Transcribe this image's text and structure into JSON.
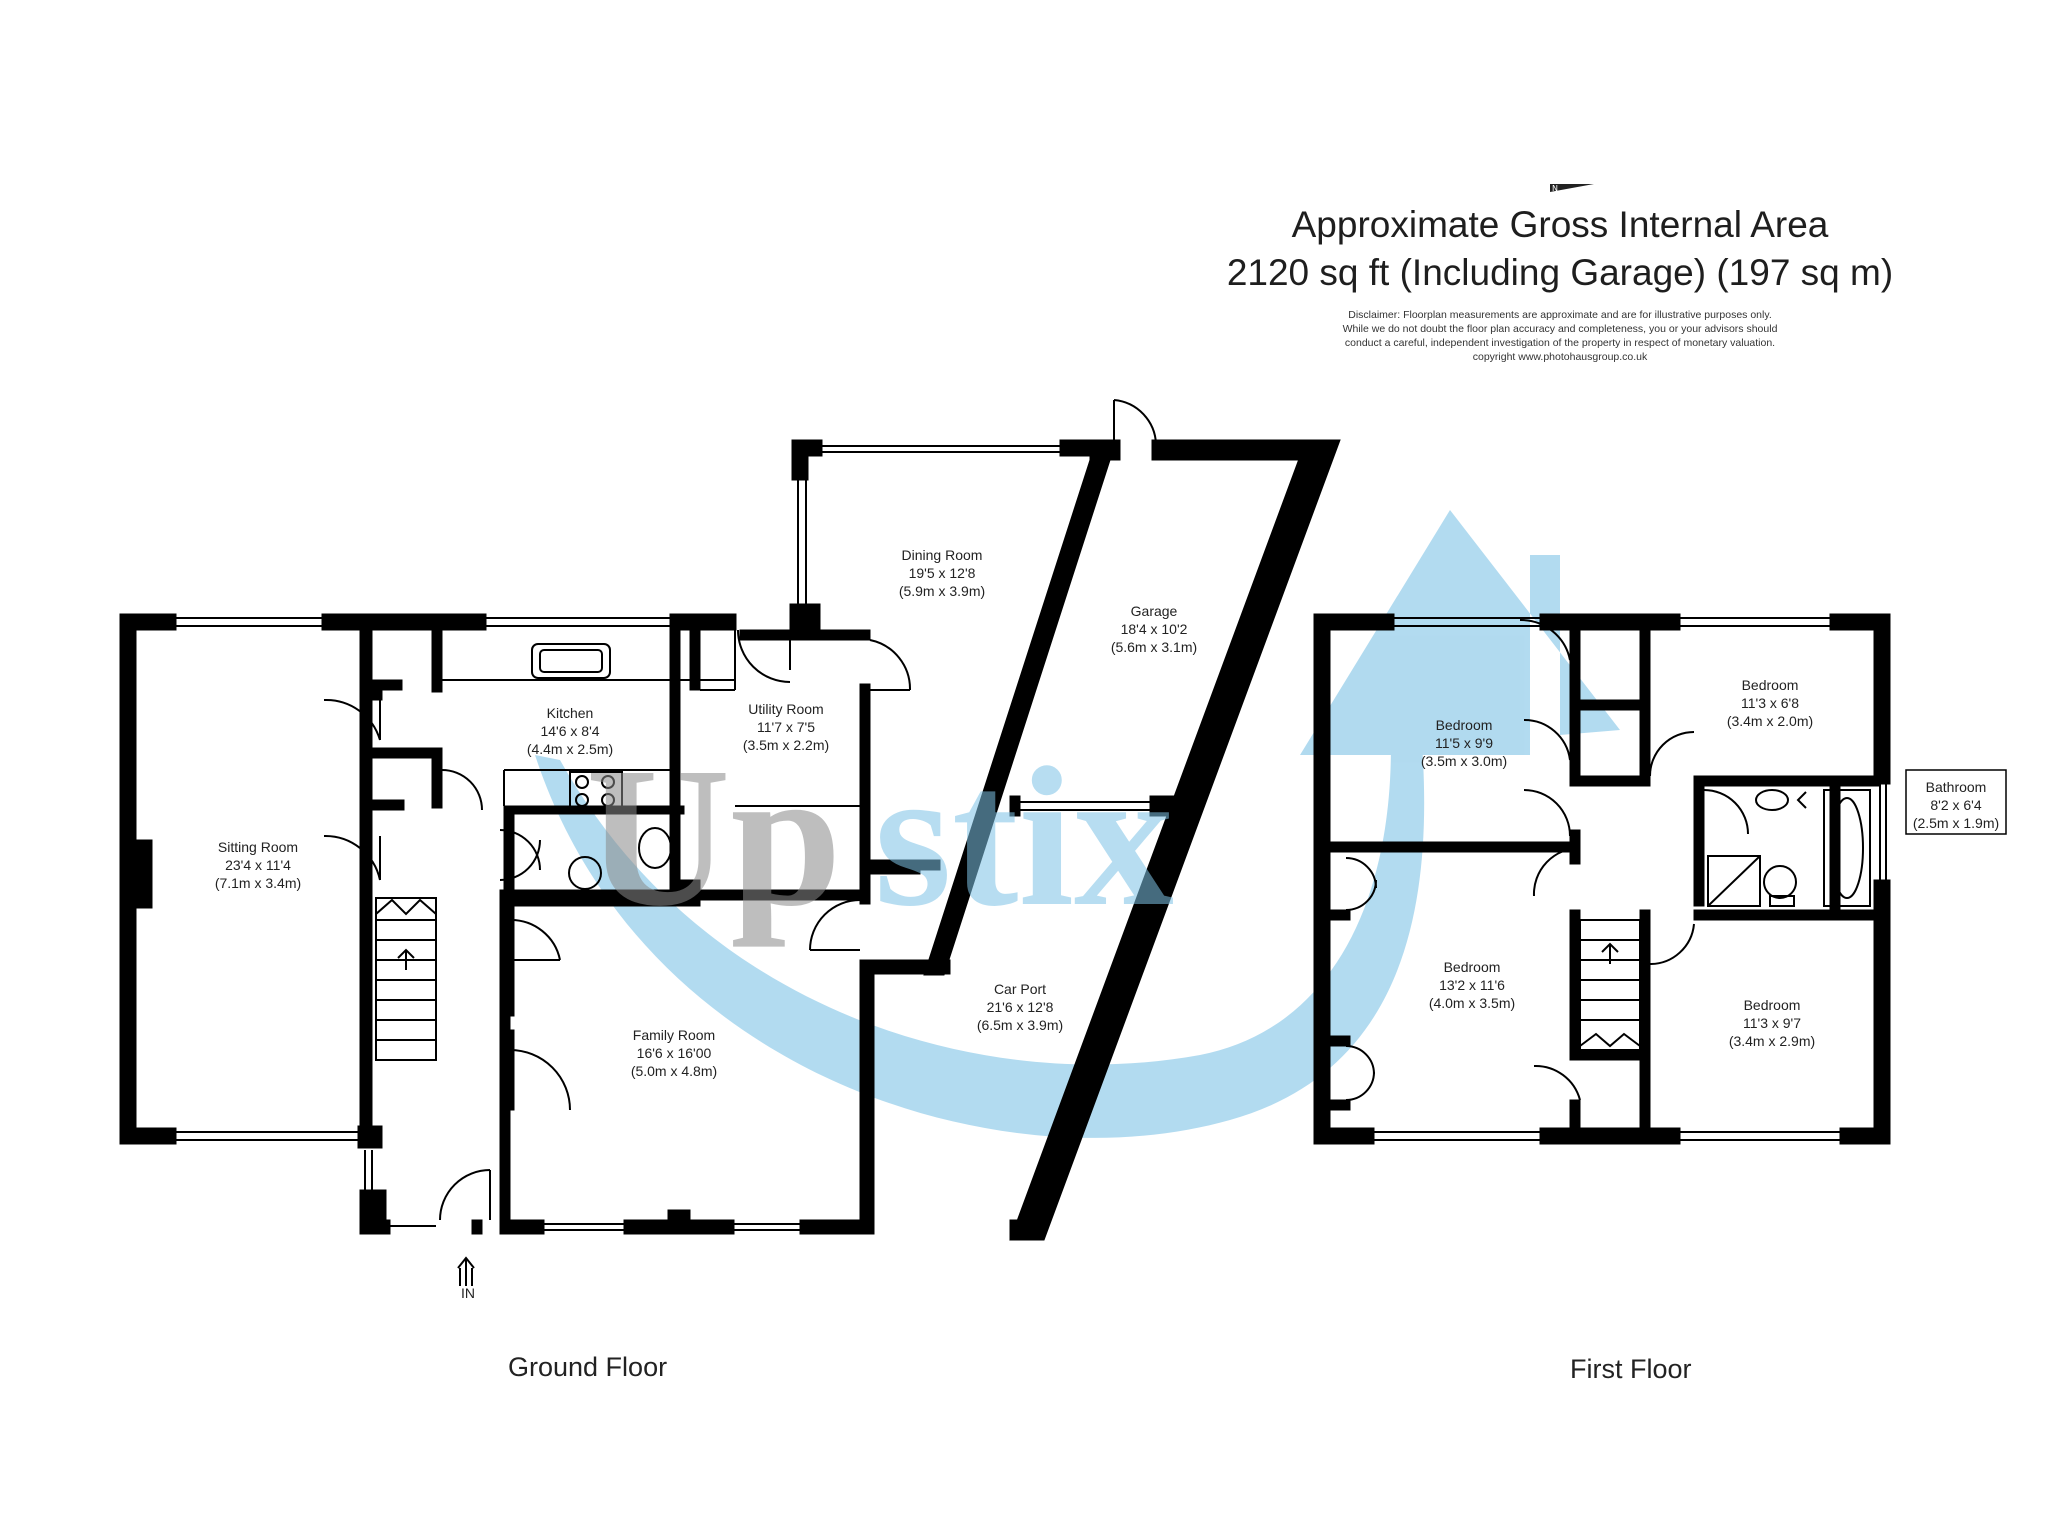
{
  "header": {
    "title_line1": "Approximate Gross Internal Area",
    "title_line2": "2120 sq ft (Including Garage) (197 sq m)",
    "disclaimer": [
      "Disclaimer: Floorplan measurements are approximate and are for illustrative purposes only.",
      "While we do not doubt the floor plan accuracy and completeness, you or your advisors should",
      "conduct a careful, independent investigation of the property in respect of monetary valuation.",
      "copyright www.photohausgroup.co.uk"
    ],
    "compass_letter": "N"
  },
  "watermark": {
    "text": "Upstix",
    "text_color": "#8a8a8a",
    "accent_color": "#7ec3e6"
  },
  "floors": {
    "ground": {
      "label": "Ground Floor",
      "entrance": "IN",
      "rooms": [
        {
          "id": "sitting-room",
          "name": "Sitting Room",
          "imperial": "23'4 x 11'4",
          "metric": "(7.1m x 3.4m)"
        },
        {
          "id": "kitchen",
          "name": "Kitchen",
          "imperial": "14'6 x 8'4",
          "metric": "(4.4m x 2.5m)"
        },
        {
          "id": "utility-room",
          "name": "Utility Room",
          "imperial": "11'7 x 7'5",
          "metric": "(3.5m x 2.2m)"
        },
        {
          "id": "dining-room",
          "name": "Dining Room",
          "imperial": "19'5 x 12'8",
          "metric": "(5.9m x 3.9m)"
        },
        {
          "id": "garage",
          "name": "Garage",
          "imperial": "18'4 x 10'2",
          "metric": "(5.6m x 3.1m)"
        },
        {
          "id": "family-room",
          "name": "Family Room",
          "imperial": "16'6 x 16'00",
          "metric": "(5.0m x 4.8m)"
        },
        {
          "id": "car-port",
          "name": "Car Port",
          "imperial": "21'6 x 12'8",
          "metric": "(6.5m x 3.9m)"
        }
      ]
    },
    "first": {
      "label": "First Floor",
      "rooms": [
        {
          "id": "bedroom-1",
          "name": "Bedroom",
          "imperial": "11'5 x 9'9",
          "metric": "(3.5m x 3.0m)"
        },
        {
          "id": "bedroom-2",
          "name": "Bedroom",
          "imperial": "11'3 x 6'8",
          "metric": "(3.4m x 2.0m)"
        },
        {
          "id": "bathroom",
          "name": "Bathroom",
          "imperial": "8'2 x 6'4",
          "metric": "(2.5m x 1.9m)"
        },
        {
          "id": "bedroom-3",
          "name": "Bedroom",
          "imperial": "13'2 x 11'6",
          "metric": "(4.0m x 3.5m)"
        },
        {
          "id": "bedroom-4",
          "name": "Bedroom",
          "imperial": "11'3 x 9'7",
          "metric": "(3.4m x 2.9m)"
        }
      ]
    }
  }
}
